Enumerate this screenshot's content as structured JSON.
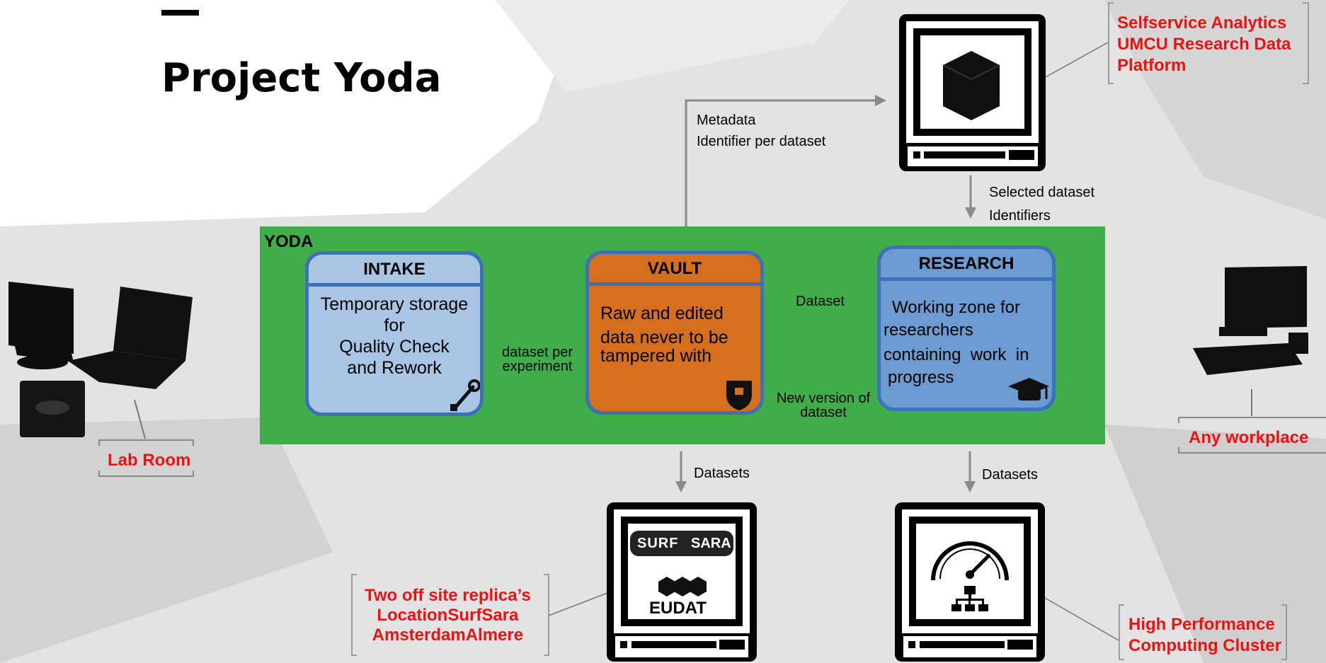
{
  "title": "Project Yoda",
  "yoda_label": "YODA",
  "intake": {
    "header": "INTAKE",
    "lines": [
      "Temporary storage",
      "for",
      "Quality Check",
      "and Rework"
    ]
  },
  "vault": {
    "header": "VAULT",
    "lines": [
      "Raw and edited",
      "data never to be",
      "tampered with"
    ]
  },
  "research": {
    "header": "RESEARCH",
    "lines": [
      "Working zone for",
      "researchers",
      "containing  work  in",
      "progress"
    ]
  },
  "flows": {
    "intake_to_vault": [
      "dataset per",
      "experiment"
    ],
    "vault_to_research": "Dataset",
    "research_to_vault": [
      "New version of",
      "dataset"
    ],
    "metadata": [
      "Metadata",
      "Identifier per dataset"
    ],
    "selected": [
      "Selected dataset",
      "Identifiers"
    ],
    "vault_datasets": "Datasets",
    "research_datasets": "Datasets"
  },
  "labels": {
    "selfservice": [
      "Selfservice Analytics",
      "UMCU Research Data",
      "Platform"
    ],
    "lab_room": "Lab Room",
    "any_workplace": "Any workplace",
    "replica": [
      "Two off site replica’s",
      "LocationSurfSara",
      "AmsterdamAlmere"
    ],
    "hpc": [
      "High Performance",
      "Computing Cluster"
    ],
    "surf_logo": [
      "SURF",
      "SARA"
    ],
    "eudat_logo": "EUDAT"
  },
  "colors": {
    "yoda_green": "#3fae4a",
    "intake_blue": "#a8c5e3",
    "vault_orange": "#d56e1d",
    "research_blue": "#6b9bd0",
    "box_border": "#3c70b8",
    "label_red": "#ee1111",
    "arrow_gray": "#8a8a8a"
  },
  "icons": [
    "cube-icon",
    "wrench-icon",
    "shield-icon",
    "graduation-cap-icon",
    "gauge-icon",
    "network-icon",
    "desktop-computer-icon",
    "laptop-icon",
    "monitor-icon"
  ]
}
